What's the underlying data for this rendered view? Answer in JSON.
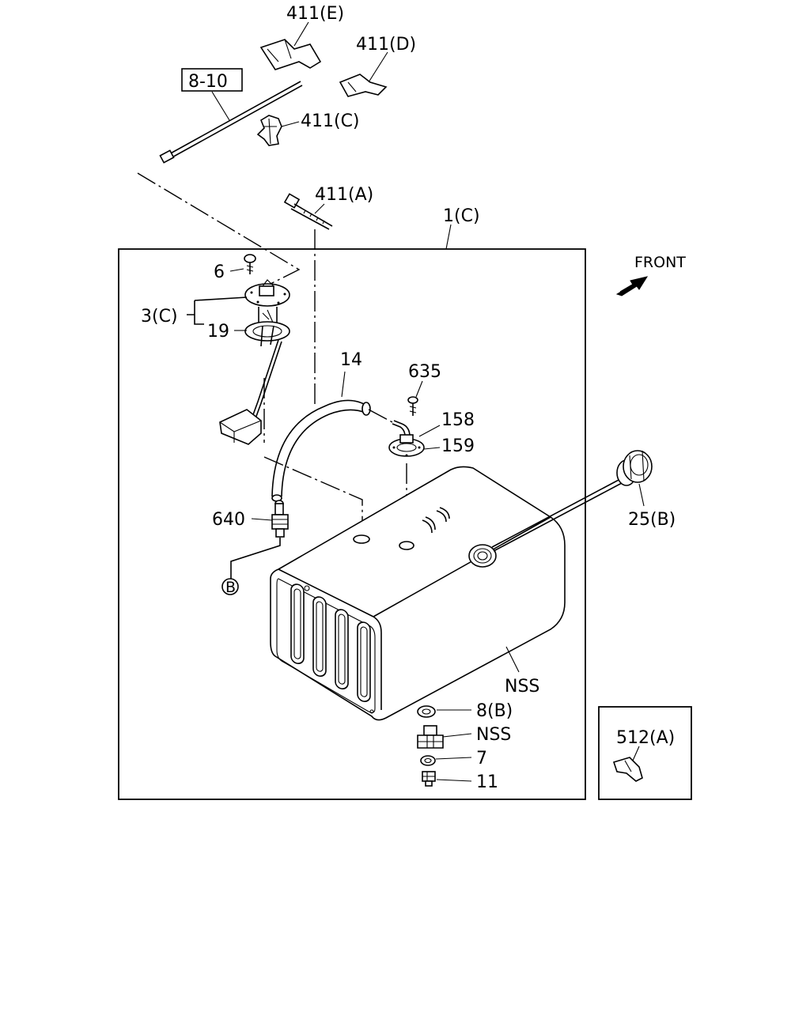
{
  "callouts": {
    "p411e": "411(E)",
    "p411d": "411(D)",
    "p8_10": "8-10",
    "p411c": "411(C)",
    "p411a": "411(A)",
    "p1c": "1(C)",
    "p6": "6",
    "p3c": "3(C)",
    "p19": "19",
    "p14": "14",
    "p635": "635",
    "p158": "158",
    "p159": "159",
    "p640": "640",
    "p25b": "25(B)",
    "refB": "B",
    "nss_tank": "NSS",
    "p8b": "8(B)",
    "nss_plug": "NSS",
    "p7": "7",
    "p11": "11",
    "p512a": "512(A)"
  },
  "front_indicator": {
    "label": "FRONT",
    "icon": "front-arrow-icon"
  }
}
